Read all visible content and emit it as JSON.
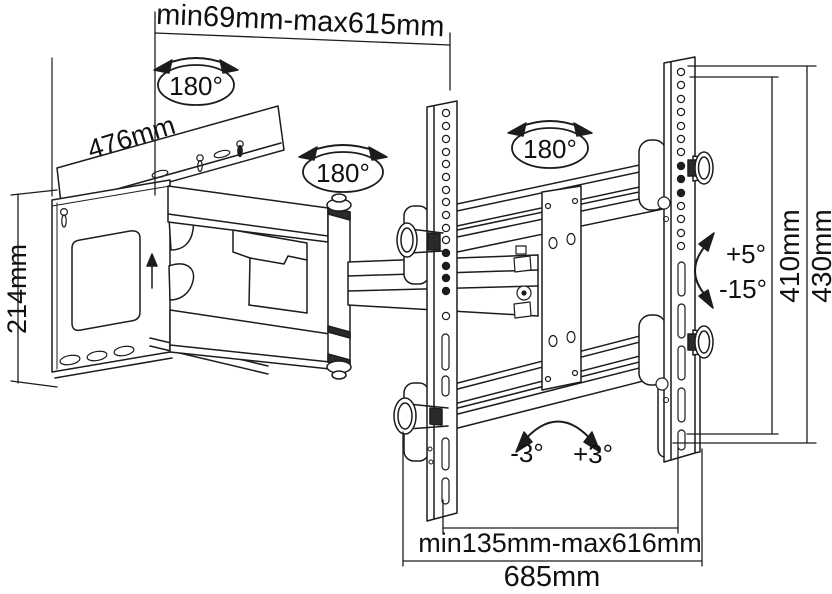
{
  "diagram": {
    "title": "tv-wall-mount-technical-drawing",
    "colors": {
      "line": "#1c1c1c",
      "background": "#ffffff",
      "fill": "#ffffff",
      "nut": "#2a2a2a"
    }
  },
  "labels": {
    "extension_range": "min69mm-max615mm",
    "wall_plate_width": "476mm",
    "wall_plate_height": "214mm",
    "swivel_wall": "180°",
    "swivel_arm": "180°",
    "swivel_tv": "180°",
    "tilt_up": "+5°",
    "tilt_down": "-15°",
    "bracket_inner_height": "410mm",
    "bracket_outer_height": "430mm",
    "level_left": "-3°",
    "level_right": "+3°",
    "rail_width_range": "min135mm-max616mm",
    "rail_total_width": "685mm"
  }
}
